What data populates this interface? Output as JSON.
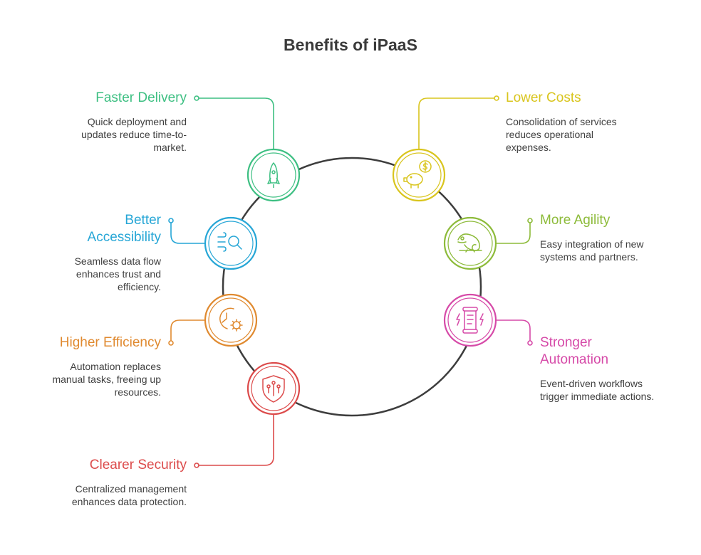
{
  "title": "Benefits of iPaaS",
  "colors": {
    "ring": "#3d3d3d",
    "green": "#3dbf82",
    "yellow": "#d9c51e",
    "blue": "#26a6d6",
    "lime": "#8dbb3a",
    "orange": "#e08a30",
    "pink": "#d64aa8",
    "red": "#dc4b4b"
  },
  "benefits": {
    "faster_delivery": {
      "label": "Faster Delivery",
      "desc": "Quick deployment and updates reduce time-to-market.",
      "icon": "rocket-icon",
      "color": "#3dbf82"
    },
    "lower_costs": {
      "label": "Lower Costs",
      "desc": "Consolidation of services reduces operational expenses.",
      "icon": "piggy-bank-icon",
      "color": "#d9c51e"
    },
    "better_accessibility": {
      "label": "Better Accessibility",
      "desc": "Seamless data flow enhances trust and efficiency.",
      "icon": "search-data-icon",
      "color": "#26a6d6"
    },
    "more_agility": {
      "label": "More Agility",
      "desc": "Easy integration of new systems and partners.",
      "icon": "chameleon-icon",
      "color": "#8dbb3a"
    },
    "higher_efficiency": {
      "label": "Higher Efficiency",
      "desc": "Automation replaces manual tasks, freeing up resources.",
      "icon": "clock-gear-icon",
      "color": "#e08a30"
    },
    "stronger_automation": {
      "label": "Stronger Automation",
      "desc": "Event-driven workflows trigger immediate actions.",
      "icon": "lightning-scroll-icon",
      "color": "#d64aa8"
    },
    "clearer_security": {
      "label": "Clearer Security",
      "desc": "Centralized management enhances data protection.",
      "icon": "shield-circuit-icon",
      "color": "#dc4b4b"
    }
  }
}
